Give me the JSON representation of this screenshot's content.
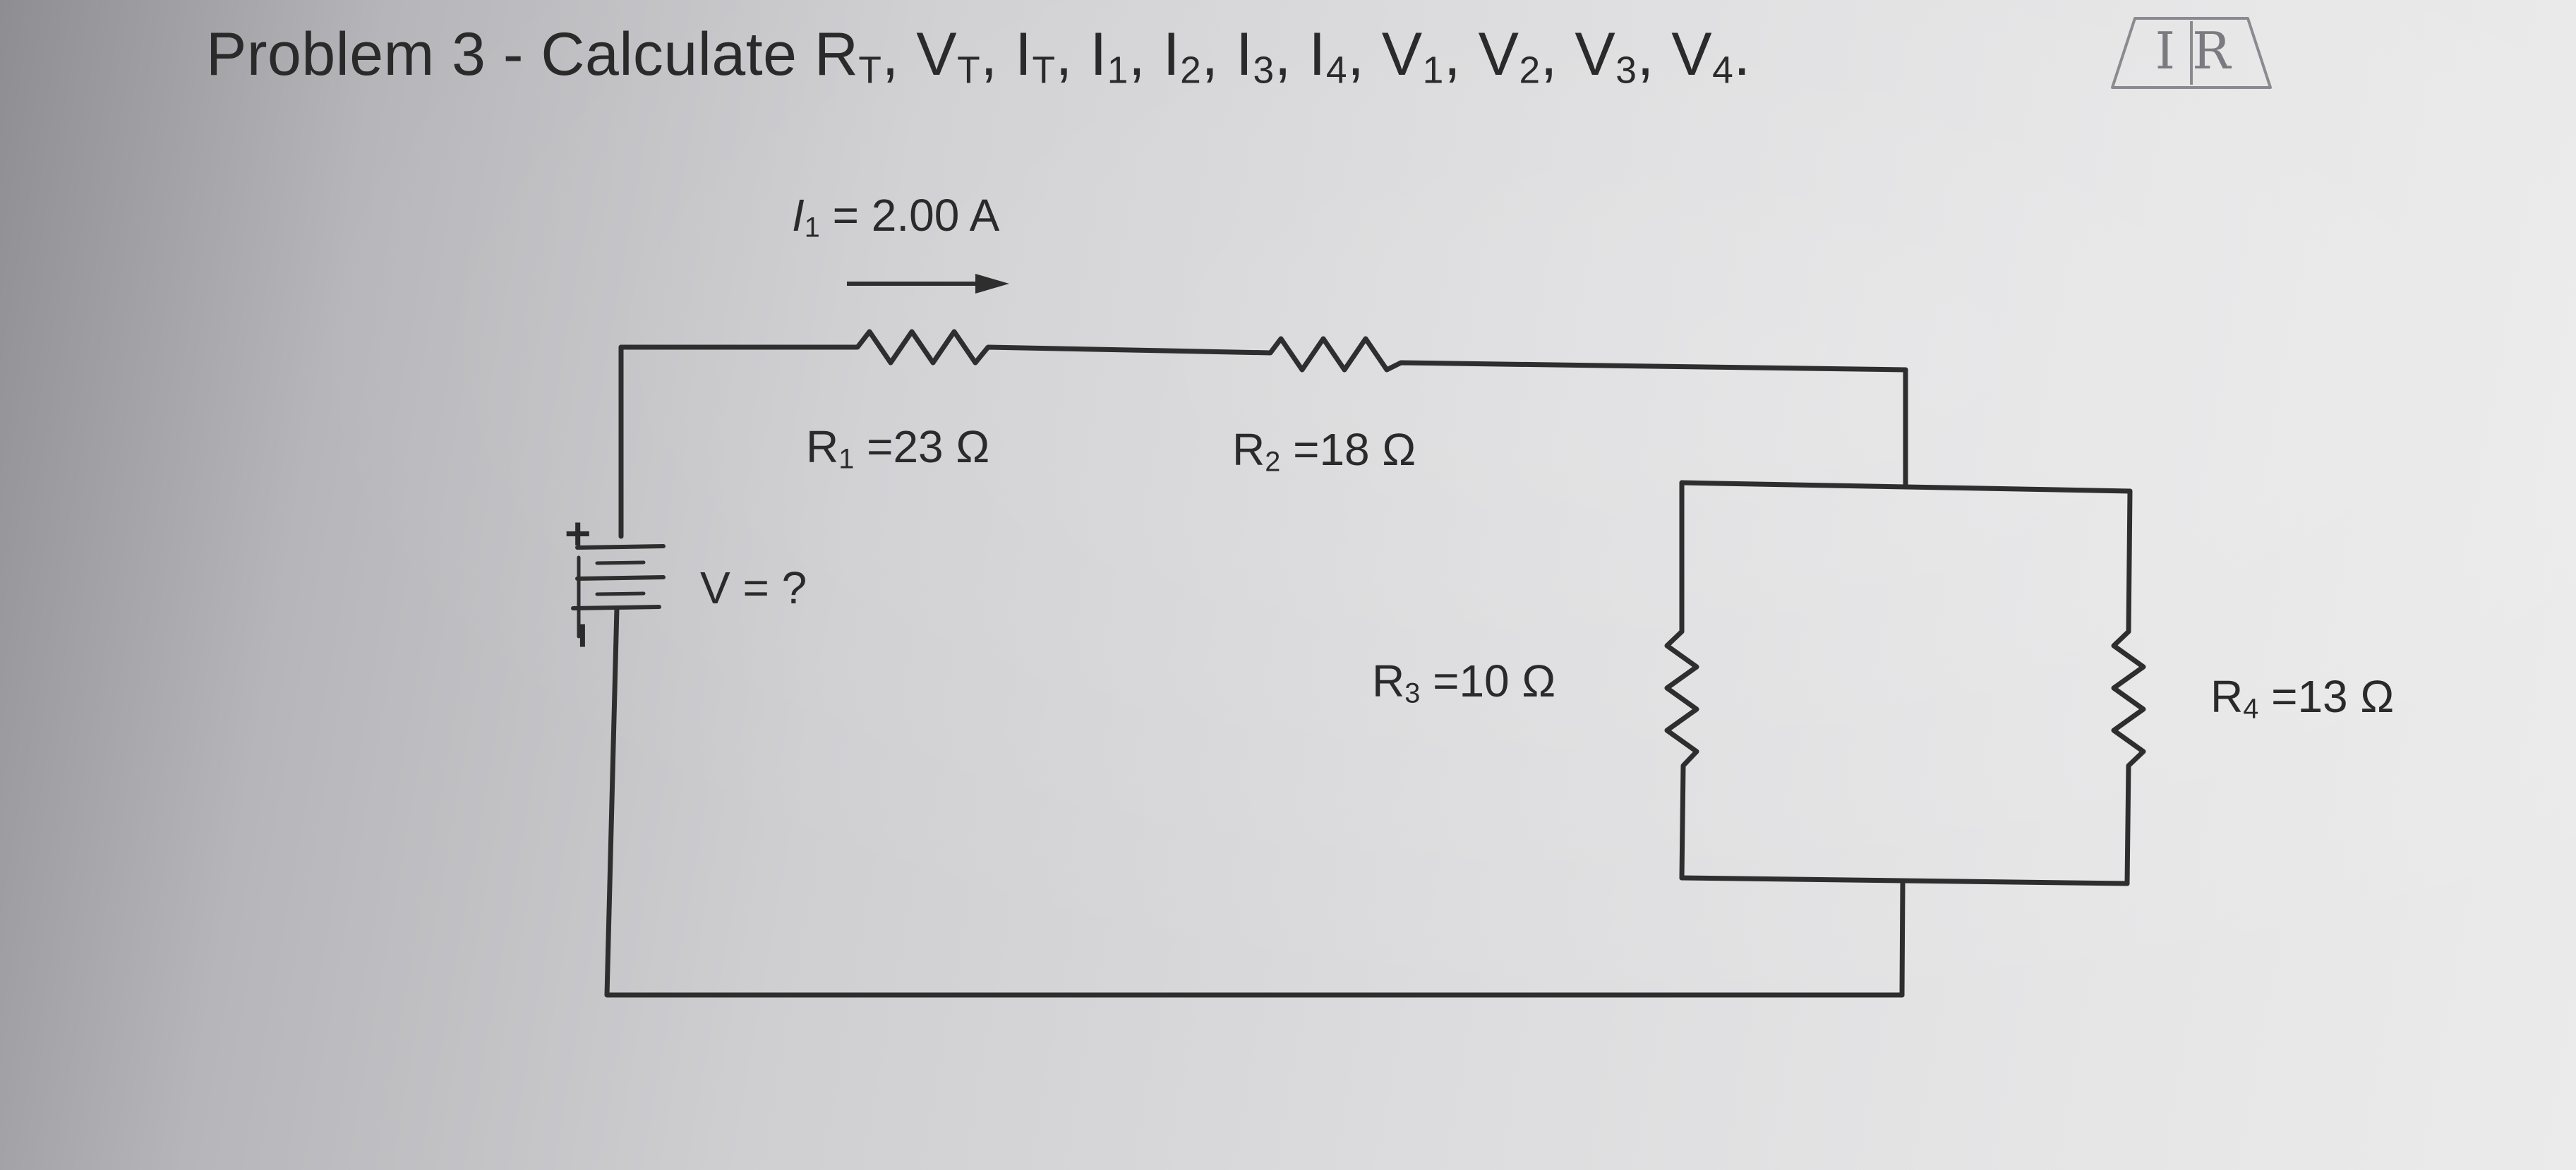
{
  "problem": {
    "prefix": "Problem 3 - Calculate ",
    "items": [
      {
        "base": "R",
        "sub": "T",
        "sep": ", "
      },
      {
        "base": "V",
        "sub": "T",
        "sep": ", "
      },
      {
        "base": "I",
        "sub": "T",
        "sep": ", "
      },
      {
        "base": "I",
        "sub": "1",
        "sep": ", "
      },
      {
        "base": "I",
        "sub": "2",
        "sep": ", "
      },
      {
        "base": "I",
        "sub": "3",
        "sep": ", "
      },
      {
        "base": "I",
        "sub": "4",
        "sep": ", "
      },
      {
        "base": "V",
        "sub": "1",
        "sep": ", "
      },
      {
        "base": "V",
        "sub": "2",
        "sep": ", "
      },
      {
        "base": "V",
        "sub": "3",
        "sep": ", "
      },
      {
        "base": "V",
        "sub": "4",
        "sep": "."
      }
    ]
  },
  "stamp": {
    "left": "I",
    "right": "R"
  },
  "current": {
    "symbol": "I",
    "sub": "1",
    "value": " = 2.00 A"
  },
  "battery": {
    "plus": "+",
    "minus": "−",
    "label": "V = ?"
  },
  "resistors": {
    "r1": {
      "base": "R",
      "sub": "1",
      "value": " =23 Ω"
    },
    "r2": {
      "base": "R",
      "sub": "2",
      "value": " =18 Ω"
    },
    "r3": {
      "base": "R",
      "sub": "3",
      "value": " =10 Ω"
    },
    "r4": {
      "base": "R",
      "sub": "4",
      "value": " =13 Ω"
    }
  },
  "colors": {
    "wire": "#2e2e2e",
    "text": "#2a2a2a",
    "stamp": "#7a7a80"
  }
}
